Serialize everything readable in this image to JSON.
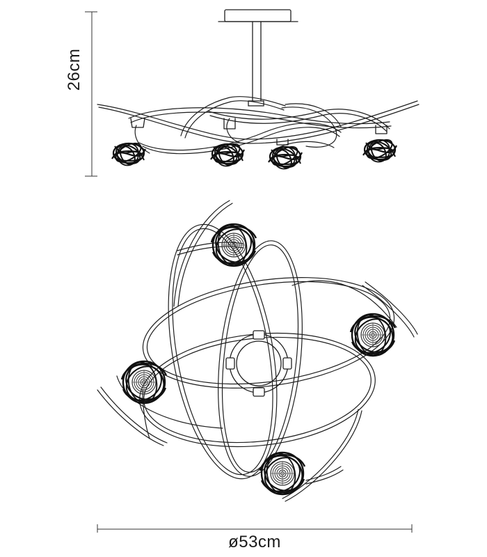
{
  "dimensions": {
    "height_label": "26cm",
    "diameter_label": "ø53cm"
  },
  "views": {
    "side": {
      "shade_icon": "wire-coil-shade",
      "shade_count": 4
    },
    "top": {
      "shade_icon": "wire-coil-shade",
      "shade_count": 4
    }
  }
}
